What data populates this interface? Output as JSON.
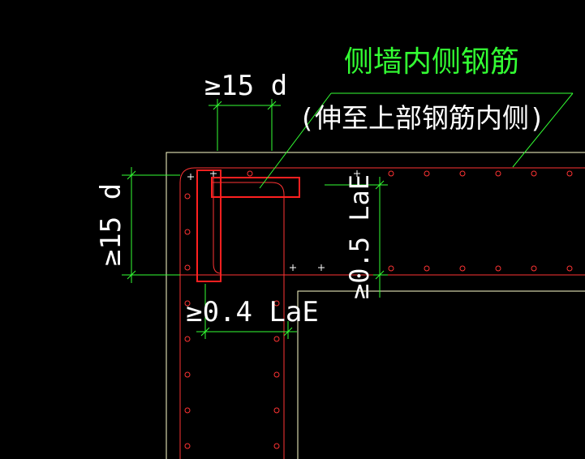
{
  "labels": {
    "title_line1": "侧墙内侧钢筋",
    "title_line2": "(伸至上部钢筋内侧)",
    "dim_top": "≥15 d",
    "dim_left": "≥15 d",
    "dim_bottom": "≥0.4 LaE",
    "dim_right": "≥0.5 LaE"
  },
  "colors": {
    "background": "#000000",
    "concrete_outline": "#ffffcc",
    "rebar": "#ff3333",
    "dimension": "#33ff33",
    "text": "#ffffff",
    "title": "#33ff33",
    "highlight": "#ff2020"
  }
}
